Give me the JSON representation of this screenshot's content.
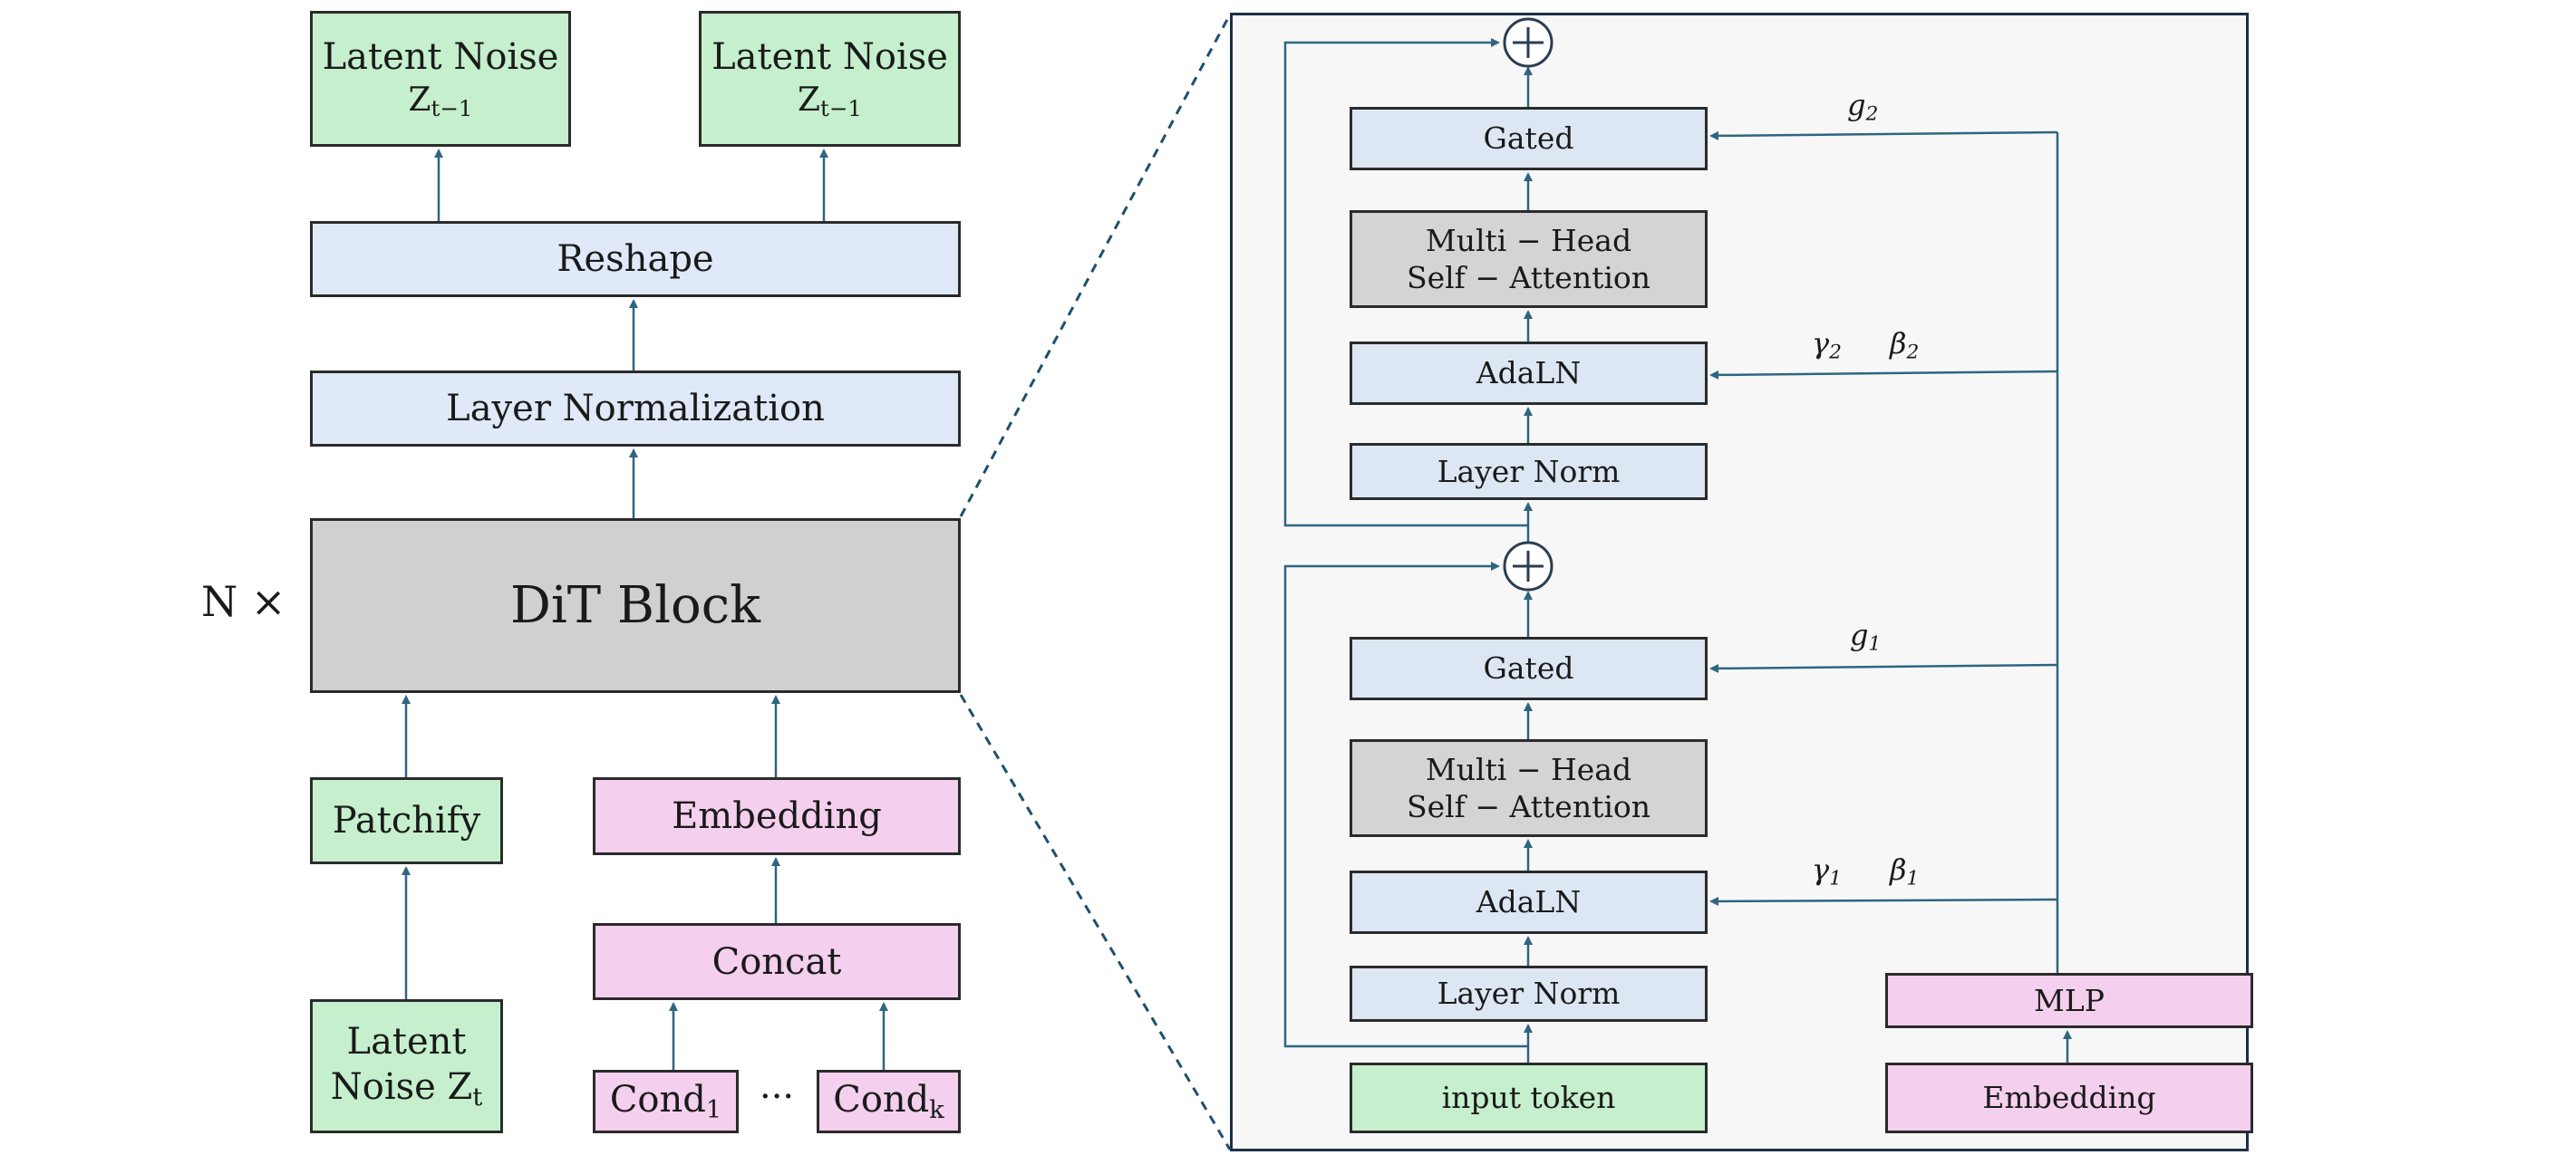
{
  "left": {
    "out_a": {
      "line1": "Latent Noise",
      "z": "Z",
      "sub": "t−1"
    },
    "out_b": {
      "line1": "Latent Noise",
      "z": "Z",
      "sub": "t−1"
    },
    "reshape": "Reshape",
    "layer_normalization": "Layer Normalization",
    "repeat_label": "N ×",
    "dit_block": "DiT Block",
    "patchify": "Patchify",
    "embedding": "Embedding",
    "concat": "Concat",
    "latent_input": {
      "line1": "Latent",
      "line2": "Noise Z",
      "sub": "t"
    },
    "cond_first": {
      "text": "Cond",
      "sub": "1"
    },
    "ellipsis": "···",
    "cond_last": {
      "text": "Cond",
      "sub": "k"
    }
  },
  "detail": {
    "upper": {
      "gated": "Gated",
      "mhsa_line1": "Multi − Head",
      "mhsa_line2": "Self − Attention",
      "adaln": "AdaLN",
      "layer_norm": "Layer Norm",
      "g": {
        "sym": "g",
        "sub": "2"
      },
      "gamma": {
        "sym": "γ",
        "sub": "2"
      },
      "beta": {
        "sym": "β",
        "sub": "2"
      }
    },
    "lower": {
      "gated": "Gated",
      "mhsa_line1": "Multi − Head",
      "mhsa_line2": "Self − Attention",
      "adaln": "AdaLN",
      "layer_norm": "Layer Norm",
      "g": {
        "sym": "g",
        "sub": "1"
      },
      "gamma": {
        "sym": "γ",
        "sub": "1"
      },
      "beta": {
        "sym": "β",
        "sub": "1"
      }
    },
    "input_token": "input token",
    "mlp": "MLP",
    "embedding": "Embedding"
  },
  "colors": {
    "green_box": "#c5efcd",
    "blue_box": "#dfe9f8",
    "pink_box": "#f4cfee",
    "gray_box": "#d0d0d0",
    "arrow": "#2f6580"
  }
}
